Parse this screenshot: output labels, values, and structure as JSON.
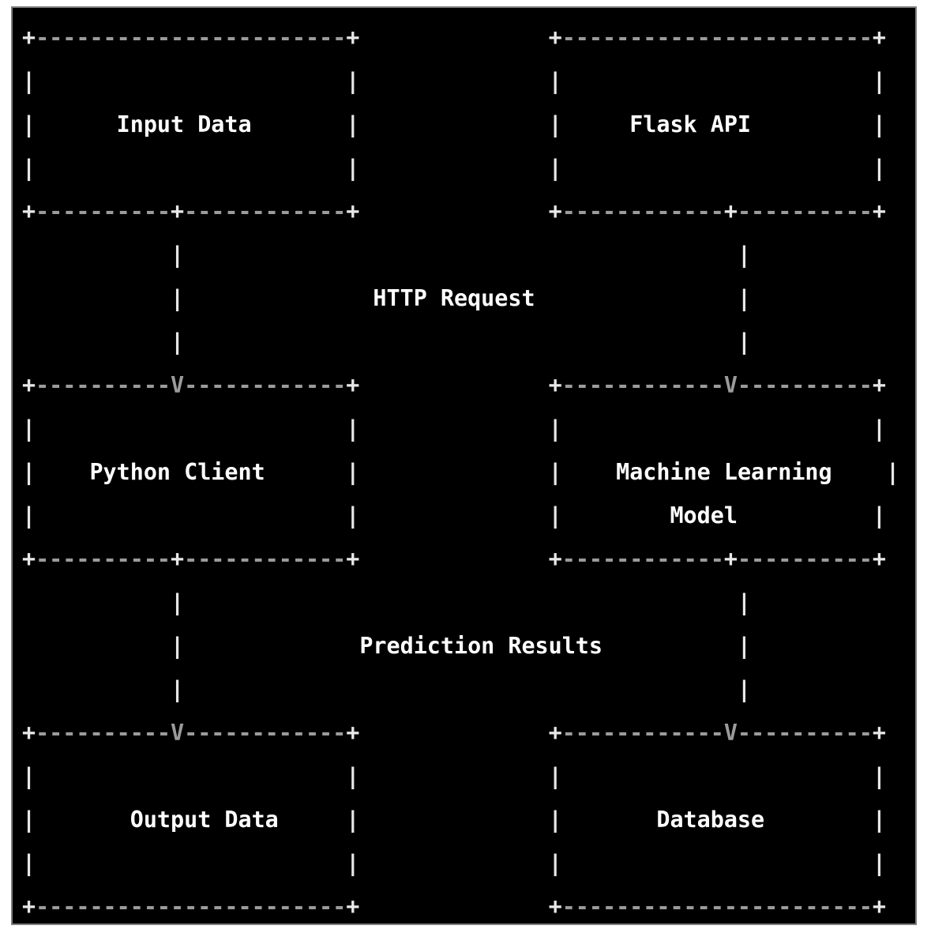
{
  "canvas": {
    "page_bg": "#ffffff",
    "panel_bg": "#000000",
    "panel_border": "#7e7e7e",
    "structure_color": "#e8e8e8",
    "dash_color": "#9b9b9b",
    "label_color": "#ffffff"
  },
  "diagram": {
    "type": "ascii-flowchart",
    "nodes": [
      "Input Data",
      "Flask API",
      "Python Client",
      "Machine Learning Model",
      "Output Data",
      "Database"
    ],
    "edges": [
      {
        "from": "Input Data",
        "to": "Python Client",
        "label": "HTTP Request"
      },
      {
        "from": "Flask API",
        "to": "Machine Learning Model",
        "label": "HTTP Request"
      },
      {
        "from": "Python Client",
        "to": "Output Data",
        "label": "Prediction Results"
      },
      {
        "from": "Machine Learning Model",
        "to": "Database",
        "label": "Prediction Results"
      }
    ],
    "ascii_lines": [
      "+-----------------------+              +-----------------------+",
      "|                       |              |                       |",
      "|      Input Data       |              |     Flask API         |",
      "|                       |              |                       |",
      "+----------+------------+              +------------+----------+",
      "           |                                         |",
      "           |              HTTP Request               |",
      "           |                                         |",
      "+----------V------------+              +------------V----------+",
      "|                       |              |                       |",
      "|    Python Client      |              |    Machine Learning    |",
      "|                       |              |        Model          |",
      "+----------+------------+              +------------+----------+",
      "           |                                         |",
      "           |             Prediction Results          |",
      "           |                                         |",
      "+----------V------------+              +------------V----------+",
      "|                       |              |                       |",
      "|       Output Data     |              |       Database        |",
      "|                       |              |                       |",
      "+-----------------------+              +-----------------------+"
    ]
  }
}
